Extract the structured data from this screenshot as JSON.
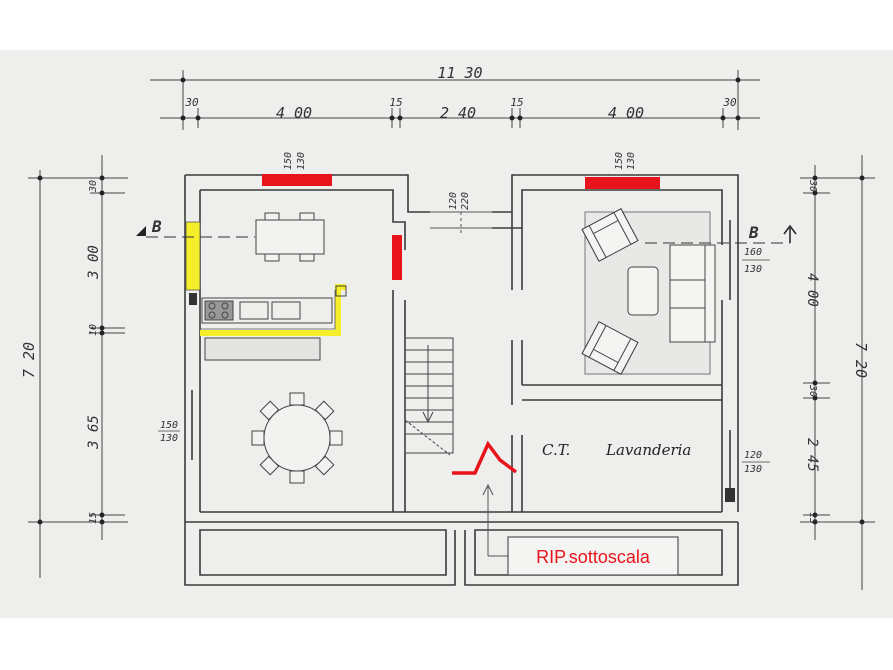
{
  "dims_top": {
    "overall": "11 30",
    "seg_30_left": "30",
    "seg_400_left": "4 00",
    "seg_15_left": "15",
    "seg_240": "2 40",
    "seg_15_right": "15",
    "seg_400_right": "4 00",
    "seg_30_right": "30"
  },
  "dims_left": {
    "overall": "7 20",
    "seg_30": "30",
    "seg_300": "3 00",
    "seg_10": "10",
    "seg_365": "3 65",
    "seg_15": "15"
  },
  "dims_right": {
    "overall": "7 20",
    "seg_30_top": "30",
    "seg_400": "4 00",
    "seg_30_mid": "30",
    "seg_245": "2 45",
    "seg_15": "15"
  },
  "openings": {
    "top_left_window": [
      "150",
      "130"
    ],
    "entrance": [
      "120",
      "220"
    ],
    "top_right_window": [
      "150",
      "130"
    ],
    "right_window_living": [
      "160",
      "130"
    ],
    "left_window_dining": [
      "150",
      "130"
    ],
    "right_window_laundry": [
      "120",
      "130"
    ]
  },
  "section_markers": {
    "left": "B",
    "right": "B"
  },
  "rooms": {
    "laundry_ct": "C.T.",
    "laundry_name": "Lavanderia"
  },
  "callout": {
    "label": "RIP.sottoscala"
  },
  "colors": {
    "paper": "#eeeeec",
    "wall": "#3a3a3a",
    "red_mark": "#e8141b",
    "yellow_mark": "#f5ee2a",
    "callout_border": "#555555"
  }
}
